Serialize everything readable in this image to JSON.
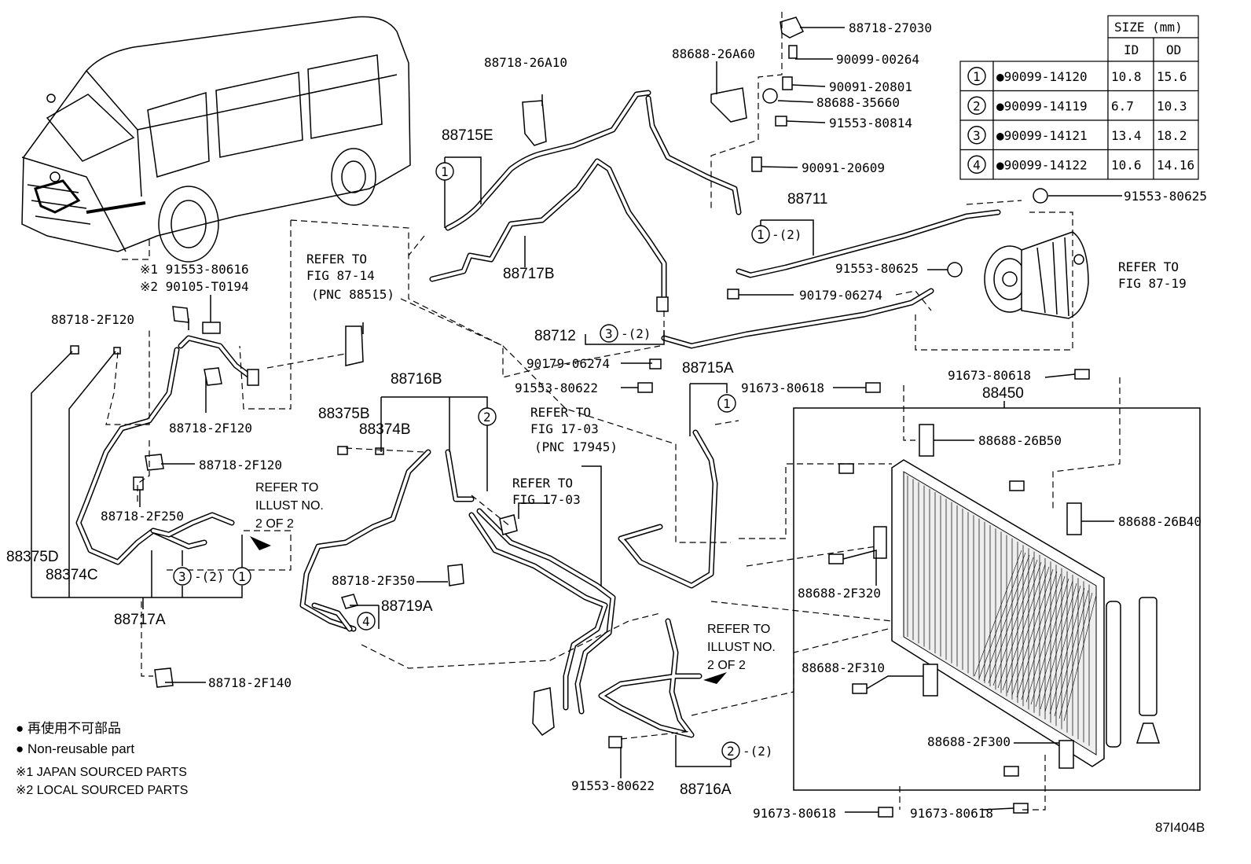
{
  "diagram_id": "87I404B",
  "part_labels": {
    "p88718_27030": "88718-27030",
    "p88688_26A60": "88688-26A60",
    "p90099_00264": "90099-00264",
    "p90091_20801": "90091-20801",
    "p88688_35660": "88688-35660",
    "p91553_80814": "91553-80814",
    "p90091_20609": "90091-20609",
    "p88711": "88711",
    "p91553_80625a": "91553-80625",
    "p91553_80625b": "91553-80625",
    "p90179_06274a": "90179-06274",
    "p88718_26A10": "88718-26A10",
    "p88715E": "88715E",
    "p88717B": "88717B",
    "p88712": "88712",
    "p90179_06274b": "90179-06274",
    "p88715A": "88715A",
    "p91553_80622a": "91553-80622",
    "p91673_80618a": "91673-80618",
    "p91673_80618b": "91673-80618",
    "p88450": "88450",
    "p88688_26B50": "88688-26B50",
    "p88688_26B40": "88688-26B40",
    "p88688_2F320": "88688-2F320",
    "p88688_2F310": "88688-2F310",
    "p88688_2F300": "88688-2F300",
    "p91673_80618c": "91673-80618",
    "p91673_80618d": "91673-80618",
    "p88716B": "88716B",
    "p88375B": "88375B",
    "p88374B": "88374B",
    "p88718_2F350": "88718-2F350",
    "p88719A": "88719A",
    "p88716A": "88716A",
    "p91553_80622b": "91553-80622",
    "p91553_80616": "※1 91553-80616",
    "p90105_T0194": "※2 90105-T0194",
    "p88718_2F120a": "88718-2F120",
    "p88718_2F120b": "88718-2F120",
    "p88718_2F120c": "88718-2F120",
    "p88718_2F250": "88718-2F250",
    "p88375D": "88375D",
    "p88374C": "88374C",
    "p88717A": "88717A",
    "p88718_2F140": "88718-2F140"
  },
  "qty_labels": {
    "q1": "-(2)",
    "q2": "-(2)",
    "q3": "-(2)",
    "q4": "-(2)"
  },
  "callout_numbers": [
    "1",
    "2",
    "3",
    "4"
  ],
  "references": {
    "refer_87_14": [
      "REFER TO",
      "FIG 87-14",
      "(PNC 88515)"
    ],
    "refer_87_19": [
      "REFER TO",
      "FIG 87-19"
    ],
    "refer_17_03a": [
      "REFER TO",
      "FIG 17-03",
      "(PNC 17945)"
    ],
    "refer_17_03b": [
      "REFER TO",
      "FIG 17-03"
    ],
    "illust_a": [
      "REFER TO",
      "ILLUST NO.",
      "2 OF 2"
    ],
    "illust_b": [
      "REFER TO",
      "ILLUST NO.",
      "2 OF 2"
    ]
  },
  "size_table": {
    "header": "SIZE (mm)",
    "columns": [
      "ID",
      "OD"
    ],
    "rows": [
      {
        "no": "1",
        "part": "●90099-14120",
        "id": "10.8",
        "od": "15.6"
      },
      {
        "no": "2",
        "part": "●90099-14119",
        "id": "6.7",
        "od": "10.3"
      },
      {
        "no": "3",
        "part": "●90099-14121",
        "id": "13.4",
        "od": "18.2"
      },
      {
        "no": "4",
        "part": "●90099-14122",
        "id": "10.6",
        "od": "14.16"
      }
    ]
  },
  "legend": {
    "jp": "● 再使用不可部品",
    "en": "● Non-reusable part",
    "note1": "※1 JAPAN SOURCED PARTS",
    "note2": "※2 LOCAL SOURCED PARTS"
  }
}
